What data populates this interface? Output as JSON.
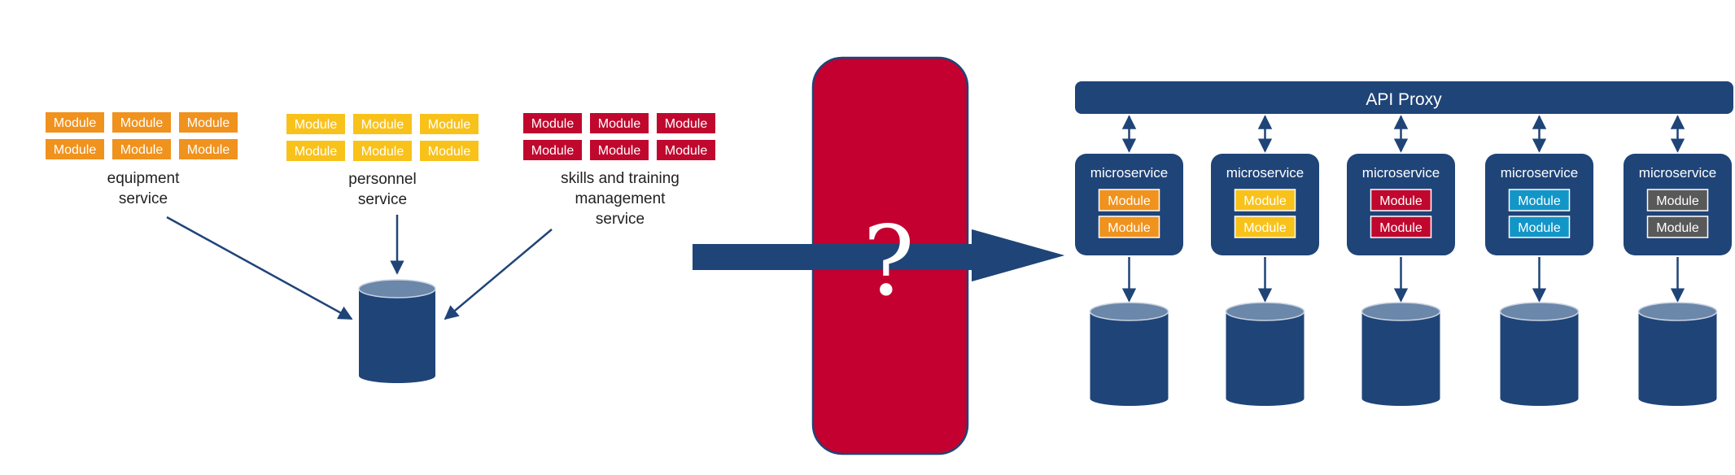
{
  "colors": {
    "navy": "#1f4478",
    "cylinder_top": "#6b87aa",
    "orange": "#f0921e",
    "yellow": "#f9c21b",
    "red": "#c0082e",
    "blue": "#1296c8",
    "gray": "#595959",
    "barrier": "#c3002f",
    "text": "#222222",
    "white": "#ffffff"
  },
  "monolith": {
    "groups": [
      {
        "name": "equipment-service",
        "color_key": "orange",
        "modules": [
          "Module",
          "Module",
          "Module",
          "Module",
          "Module",
          "Module"
        ],
        "label_lines": [
          "equipment",
          "service"
        ]
      },
      {
        "name": "personnel-service",
        "color_key": "yellow",
        "modules": [
          "Module",
          "Module",
          "Module",
          "Module",
          "Module",
          "Module"
        ],
        "label_lines": [
          "personnel",
          "service"
        ]
      },
      {
        "name": "skills-service",
        "color_key": "red",
        "modules": [
          "Module",
          "Module",
          "Module",
          "Module",
          "Module",
          "Module"
        ],
        "label_lines": [
          "skills and training",
          "management",
          "service"
        ]
      }
    ]
  },
  "barrier": {
    "symbol": "?"
  },
  "microservices": {
    "proxy_label": "API Proxy",
    "items": [
      {
        "title": "microservice",
        "color_key": "orange",
        "modules": [
          "Module",
          "Module"
        ]
      },
      {
        "title": "microservice",
        "color_key": "yellow",
        "modules": [
          "Module",
          "Module"
        ]
      },
      {
        "title": "microservice",
        "color_key": "red",
        "modules": [
          "Module",
          "Module"
        ]
      },
      {
        "title": "microservice",
        "color_key": "blue",
        "modules": [
          "Module",
          "Module"
        ]
      },
      {
        "title": "microservice",
        "color_key": "gray",
        "modules": [
          "Module",
          "Module"
        ]
      }
    ]
  }
}
